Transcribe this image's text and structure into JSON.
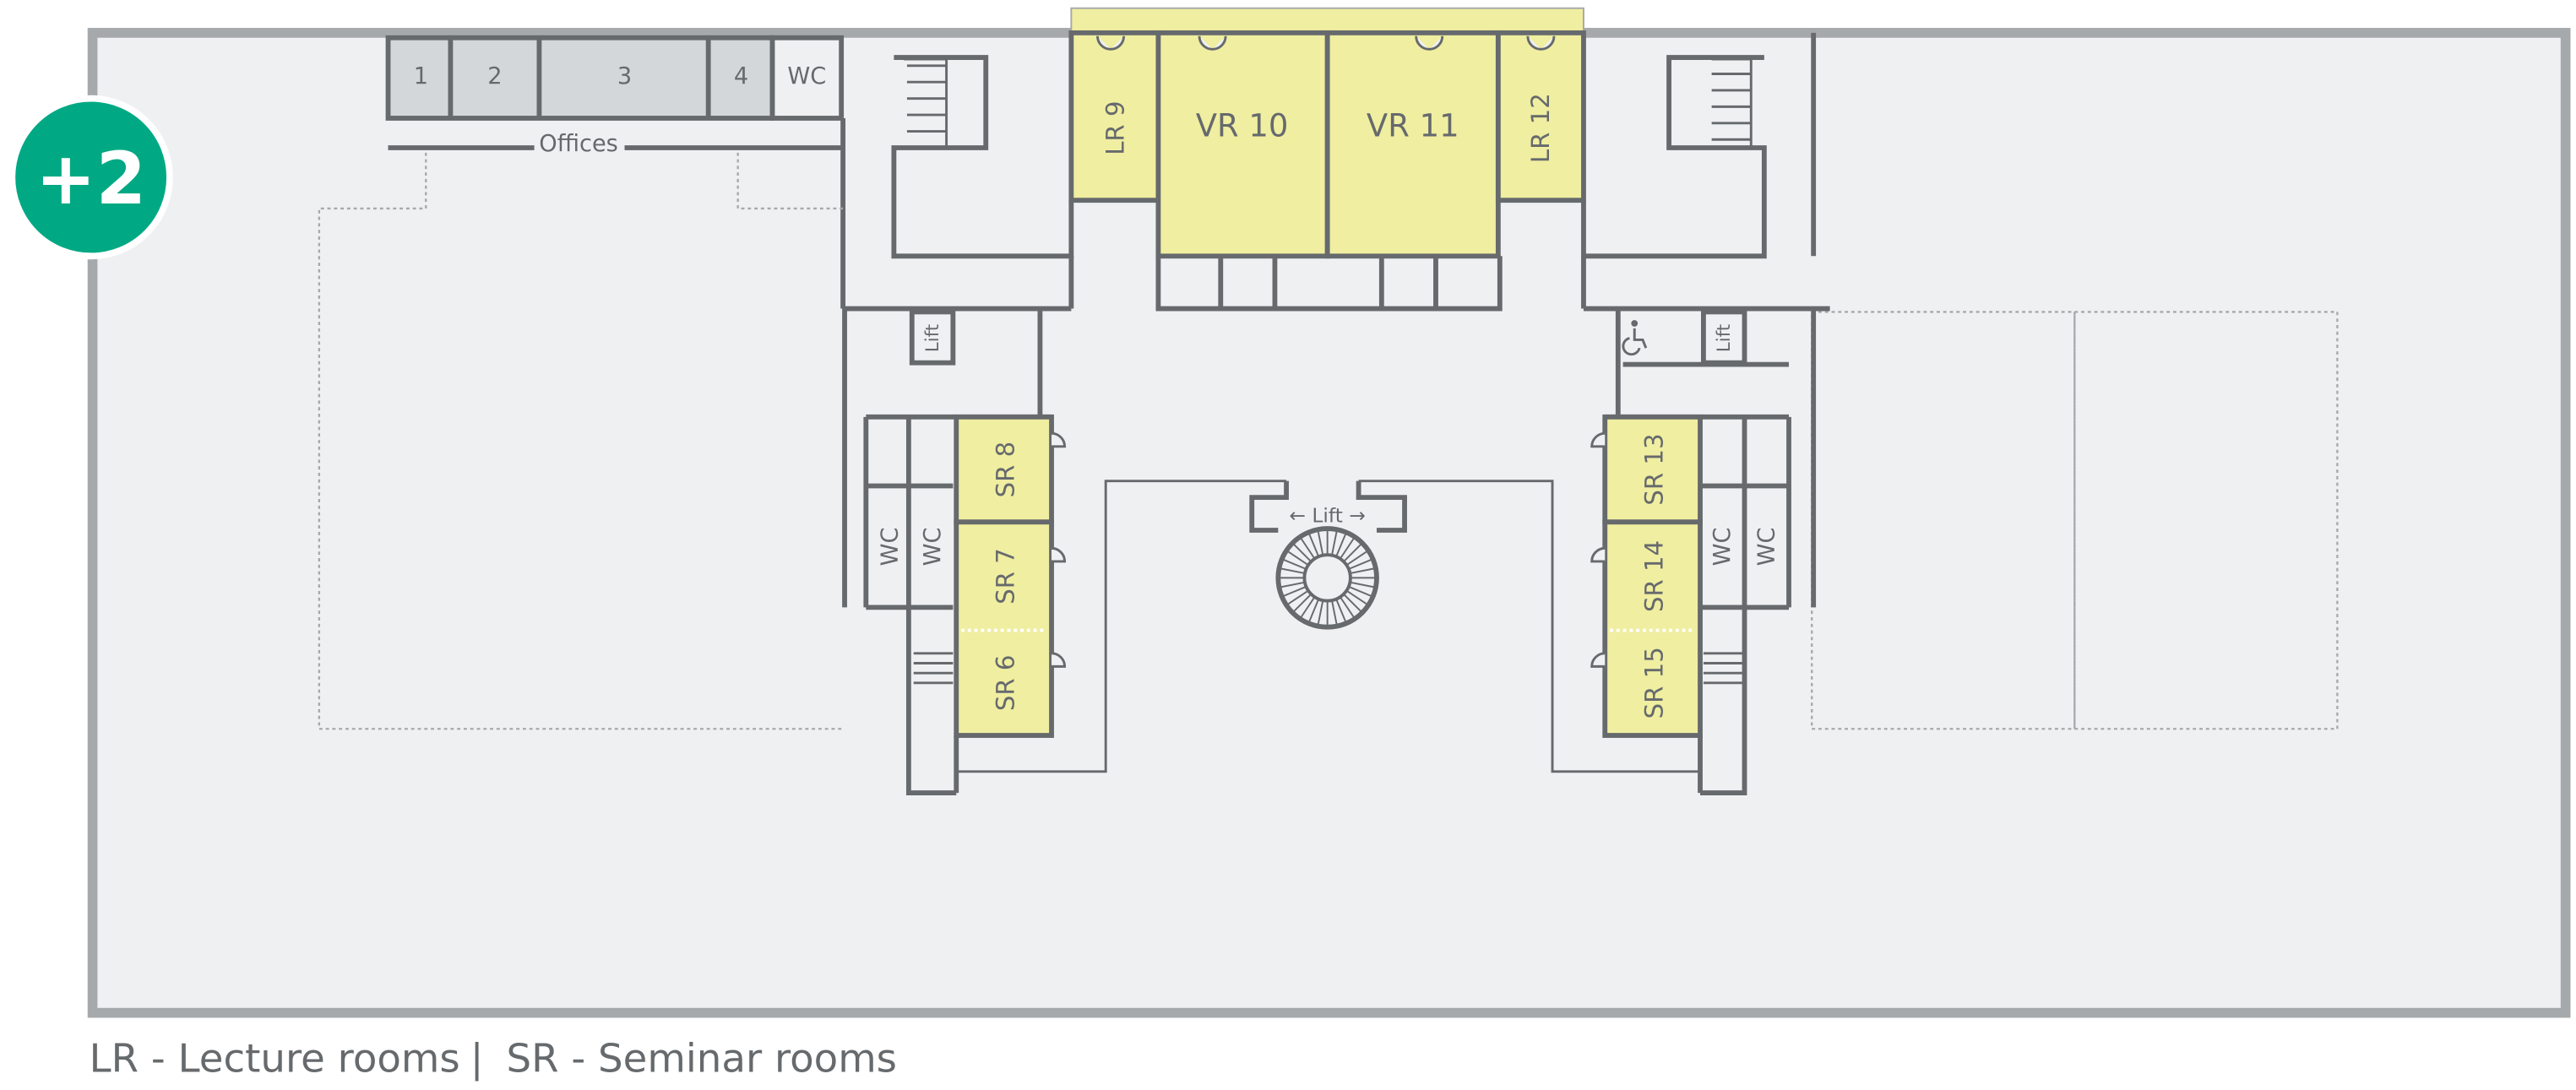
{
  "floor_badge": {
    "label": "+2",
    "color": "#00a984"
  },
  "offices": {
    "rooms": [
      "1",
      "2",
      "3",
      "4"
    ],
    "wc": "WC",
    "corridor_label": "Offices"
  },
  "rooms": {
    "lr9": "LR 9",
    "vr10": "VR 10",
    "vr11": "VR 11",
    "lr12": "LR 12",
    "sr8": "SR 8",
    "sr7": "SR 7",
    "sr6": "SR 6",
    "sr13": "SR 13",
    "sr14": "SR 14",
    "sr15": "SR 15",
    "wc": "WC",
    "lift": "Lift",
    "central_lift": "← Lift →"
  },
  "legend": {
    "lr": "LR - Lecture rooms",
    "separator": "|",
    "sr": "SR - Seminar rooms"
  },
  "colors": {
    "room_highlight": "#f0eea0",
    "office": "#d4d7da",
    "floor": "#eff0f2",
    "outline": "#a6a9ab"
  }
}
